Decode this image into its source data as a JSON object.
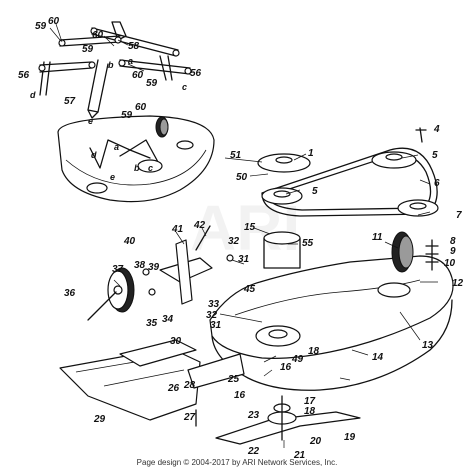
{
  "diagram": {
    "watermark": "ARI",
    "footer": "Page design © 2004-2017 by ARI Network Services, Inc.",
    "callouts": [
      {
        "id": "c59a",
        "text": "59"
      },
      {
        "id": "c60a",
        "text": "60"
      },
      {
        "id": "c60b",
        "text": "60"
      },
      {
        "id": "c59b",
        "text": "59"
      },
      {
        "id": "c58",
        "text": "58"
      },
      {
        "id": "ca1",
        "text": "a"
      },
      {
        "id": "cb1",
        "text": "b"
      },
      {
        "id": "c60c",
        "text": "60"
      },
      {
        "id": "c59c",
        "text": "59"
      },
      {
        "id": "c56a",
        "text": "56"
      },
      {
        "id": "c56b",
        "text": "56"
      },
      {
        "id": "cc1",
        "text": "c"
      },
      {
        "id": "cd1",
        "text": "d"
      },
      {
        "id": "c57",
        "text": "57"
      },
      {
        "id": "c60d",
        "text": "60"
      },
      {
        "id": "c59d",
        "text": "59"
      },
      {
        "id": "ce1",
        "text": "e"
      },
      {
        "id": "ca2",
        "text": "a"
      },
      {
        "id": "cd2",
        "text": "d"
      },
      {
        "id": "cb2",
        "text": "b"
      },
      {
        "id": "cc2",
        "text": "c"
      },
      {
        "id": "ce2",
        "text": "e"
      },
      {
        "id": "c4",
        "text": "4"
      },
      {
        "id": "c51",
        "text": "51"
      },
      {
        "id": "c1",
        "text": "1"
      },
      {
        "id": "c5a",
        "text": "5"
      },
      {
        "id": "c50",
        "text": "50"
      },
      {
        "id": "c5b",
        "text": "5"
      },
      {
        "id": "c6",
        "text": "6"
      },
      {
        "id": "c7",
        "text": "7"
      },
      {
        "id": "c15",
        "text": "15"
      },
      {
        "id": "c55",
        "text": "55"
      },
      {
        "id": "c11",
        "text": "11"
      },
      {
        "id": "c8",
        "text": "8"
      },
      {
        "id": "c9",
        "text": "9"
      },
      {
        "id": "c10",
        "text": "10"
      },
      {
        "id": "c12",
        "text": "12"
      },
      {
        "id": "c13",
        "text": "13"
      },
      {
        "id": "c42",
        "text": "42"
      },
      {
        "id": "c41",
        "text": "41"
      },
      {
        "id": "c40",
        "text": "40"
      },
      {
        "id": "c32a",
        "text": "32"
      },
      {
        "id": "c31a",
        "text": "31"
      },
      {
        "id": "c37",
        "text": "37"
      },
      {
        "id": "c38",
        "text": "38"
      },
      {
        "id": "c39",
        "text": "39"
      },
      {
        "id": "c36",
        "text": "36"
      },
      {
        "id": "c33",
        "text": "33"
      },
      {
        "id": "c35",
        "text": "35"
      },
      {
        "id": "c34",
        "text": "34"
      },
      {
        "id": "c45",
        "text": "45"
      },
      {
        "id": "c32b",
        "text": "32"
      },
      {
        "id": "c31b",
        "text": "31"
      },
      {
        "id": "c18a",
        "text": "18"
      },
      {
        "id": "c49",
        "text": "49"
      },
      {
        "id": "c16a",
        "text": "16"
      },
      {
        "id": "c14",
        "text": "14"
      },
      {
        "id": "c30",
        "text": "30"
      },
      {
        "id": "c25",
        "text": "25"
      },
      {
        "id": "c28",
        "text": "28"
      },
      {
        "id": "c26",
        "text": "26"
      },
      {
        "id": "c16b",
        "text": "16"
      },
      {
        "id": "c29",
        "text": "29"
      },
      {
        "id": "c27",
        "text": "27"
      },
      {
        "id": "c17",
        "text": "17"
      },
      {
        "id": "c18b",
        "text": "18"
      },
      {
        "id": "c23",
        "text": "23"
      },
      {
        "id": "c19",
        "text": "19"
      },
      {
        "id": "c22",
        "text": "22"
      },
      {
        "id": "c20",
        "text": "20"
      },
      {
        "id": "c21",
        "text": "21"
      }
    ]
  }
}
